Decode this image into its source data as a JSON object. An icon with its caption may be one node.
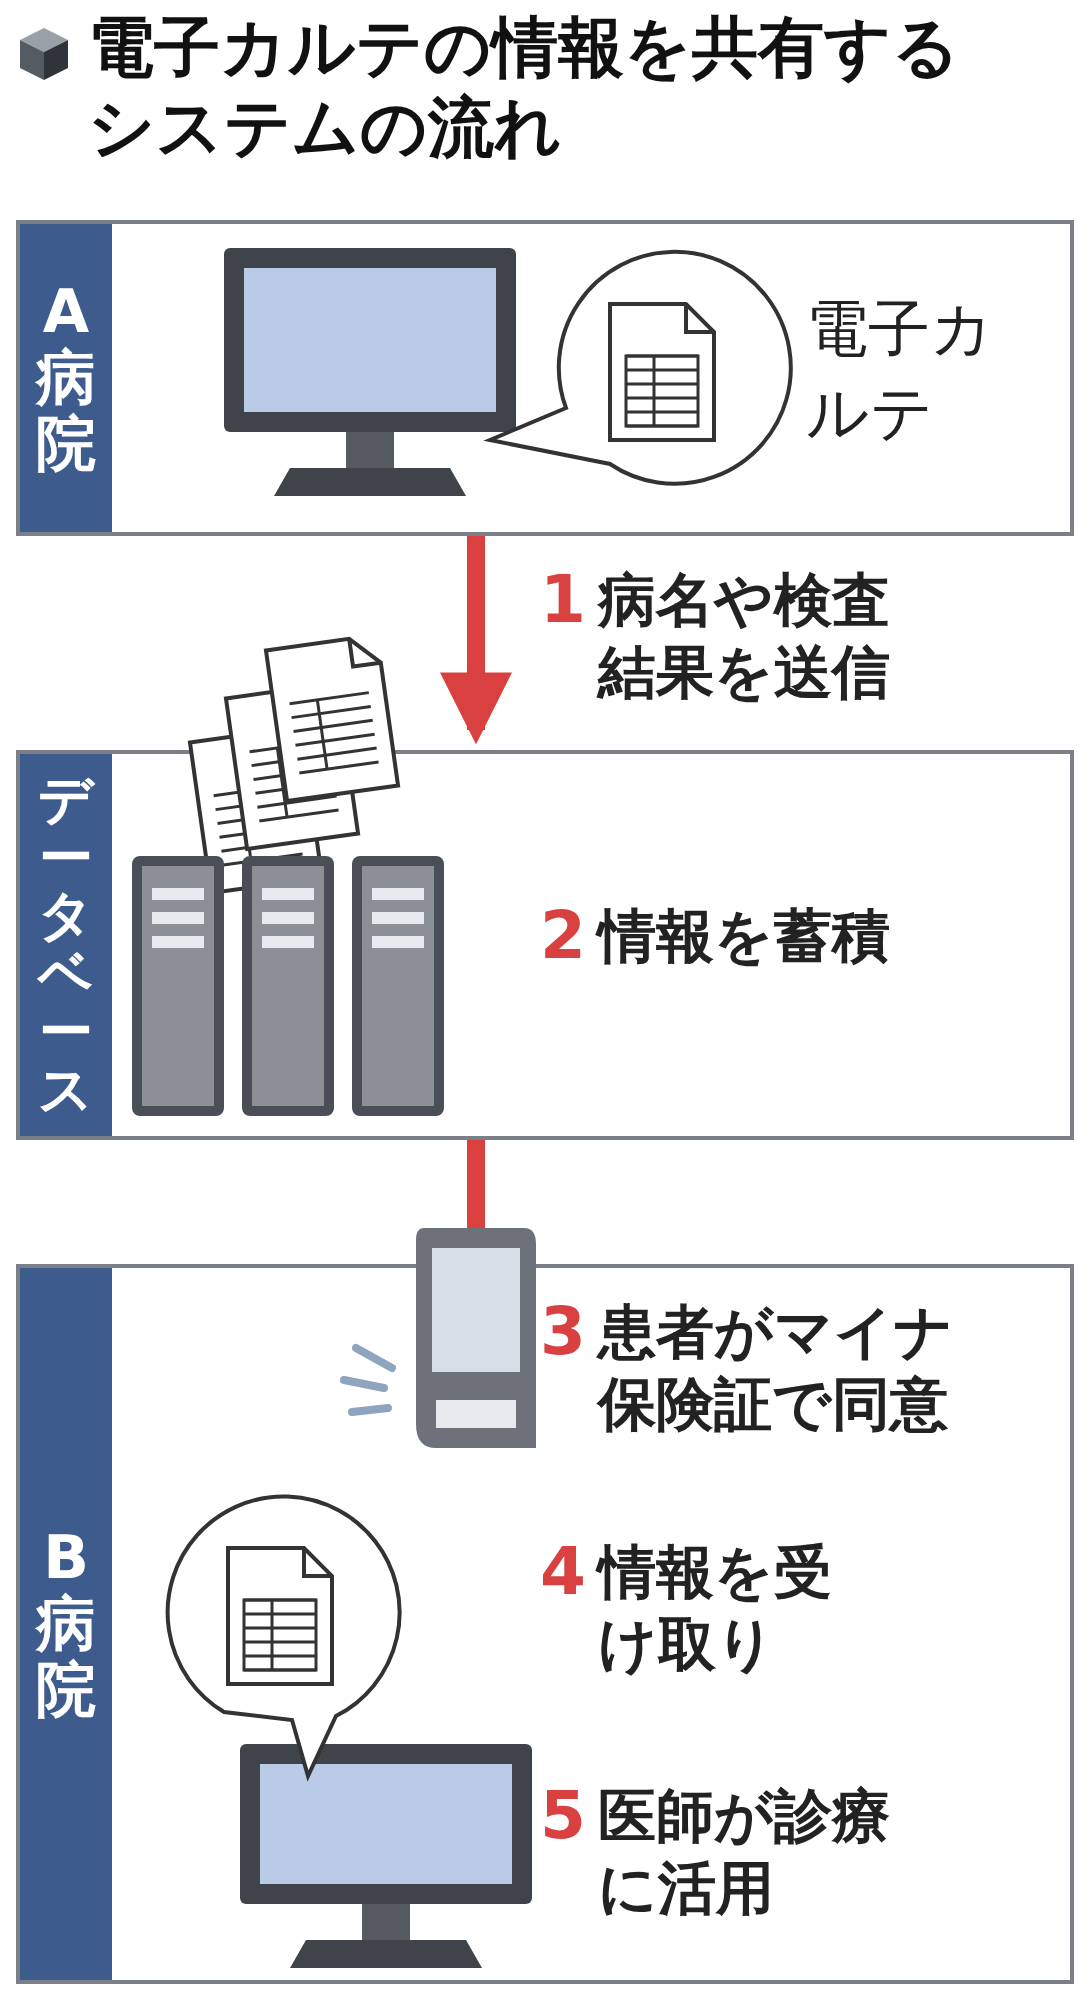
{
  "diagram": {
    "title": "電子カルテの情報を共有するシステムの流れ",
    "nodes": [
      {
        "text": [
          "A病院"
        ]
      },
      {
        "text": [],
        "shape": "picture",
        "in": 0
      },
      {
        "text": [
          "電子カルテ"
        ],
        "in": 0
      },
      {
        "text": [
          "データベース"
        ]
      },
      {
        "text": [
          "B病院"
        ]
      },
      {
        "text": [],
        "shape": "picture",
        "in": 4,
        "beside": [
          "5 医師が診療に活用"
        ]
      }
    ],
    "edges": [
      {
        "from": 0,
        "to": 3,
        "arrow": "to",
        "label": "1 病名や検査結果を送信"
      },
      {
        "from": 3,
        "to": 5,
        "arrow": "to",
        "label": "4 情報を受け取り"
      }
    ],
    "labels": [
      "2 情報を蓄積",
      "3 患者がマイナ保険証で同意"
    ]
  }
}
